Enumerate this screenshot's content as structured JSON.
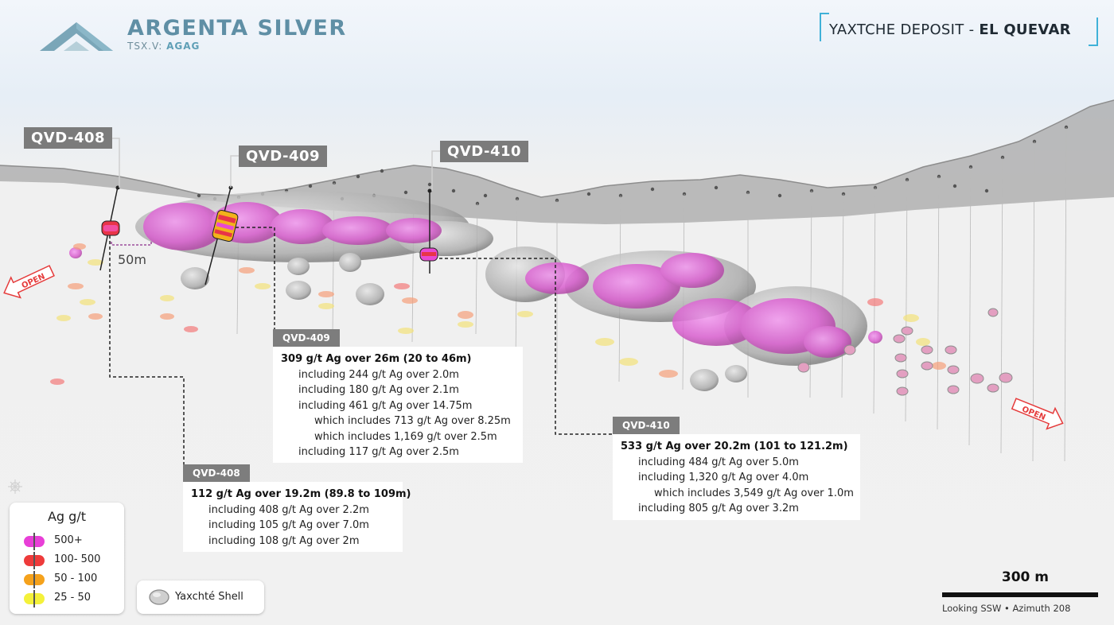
{
  "brand": {
    "name": "ARGENTA SILVER",
    "ticker_prefix": "TSX.V:",
    "ticker": "AGAG"
  },
  "deposit": {
    "prefix": "YAXTCHE DEPOSIT - ",
    "name": "EL QUEVAR"
  },
  "map_labels": {
    "qvd408": "QVD-408",
    "qvd409": "QVD-409",
    "qvd410": "QVD-410",
    "distance": "50m",
    "open_left": "OPEN",
    "open_right": "OPEN"
  },
  "intercepts": {
    "qvd409": {
      "tag": "QVD-409",
      "head": "309 g/t Ag over 26m (20 to 46m)",
      "lines": [
        "including 244 g/t Ag over 2.0m",
        "including 180 g/t Ag over 2.1m",
        "including 461 g/t Ag over 14.75m",
        "which includes 713 g/t Ag over 8.25m",
        "which includes 1,169 g/t over 2.5m",
        "including 117 g/t Ag over 2.5m"
      ]
    },
    "qvd408": {
      "tag": "QVD-408",
      "head": "112 g/t Ag over 19.2m (89.8 to 109m)",
      "lines": [
        "including 408 g/t Ag over 2.2m",
        "including 105 g/t Ag over 7.0m",
        "including 108 g/t Ag over 2m"
      ]
    },
    "qvd410": {
      "tag": "QVD-410",
      "head": "533 g/t Ag over 20.2m (101 to 121.2m)",
      "lines": [
        "including 484 g/t Ag over 5.0m",
        "including 1,320 g/t Ag over 4.0m",
        "which includes 3,549 g/t Ag over 1.0m",
        "including 805 g/t Ag over 3.2m"
      ]
    }
  },
  "legend": {
    "title": "Ag g/t",
    "items": [
      {
        "label": "500+",
        "color": "#e83fd7"
      },
      {
        "label": "100- 500",
        "color": "#ee3b3b"
      },
      {
        "label": "50 - 100",
        "color": "#f5a21c"
      },
      {
        "label": "25 - 50",
        "color": "#f4f13a"
      }
    ],
    "shell_label": "Yaxchté Shell"
  },
  "scale": {
    "distance": "300 m",
    "view": "Looking SSW  •  Azimuth 208"
  }
}
